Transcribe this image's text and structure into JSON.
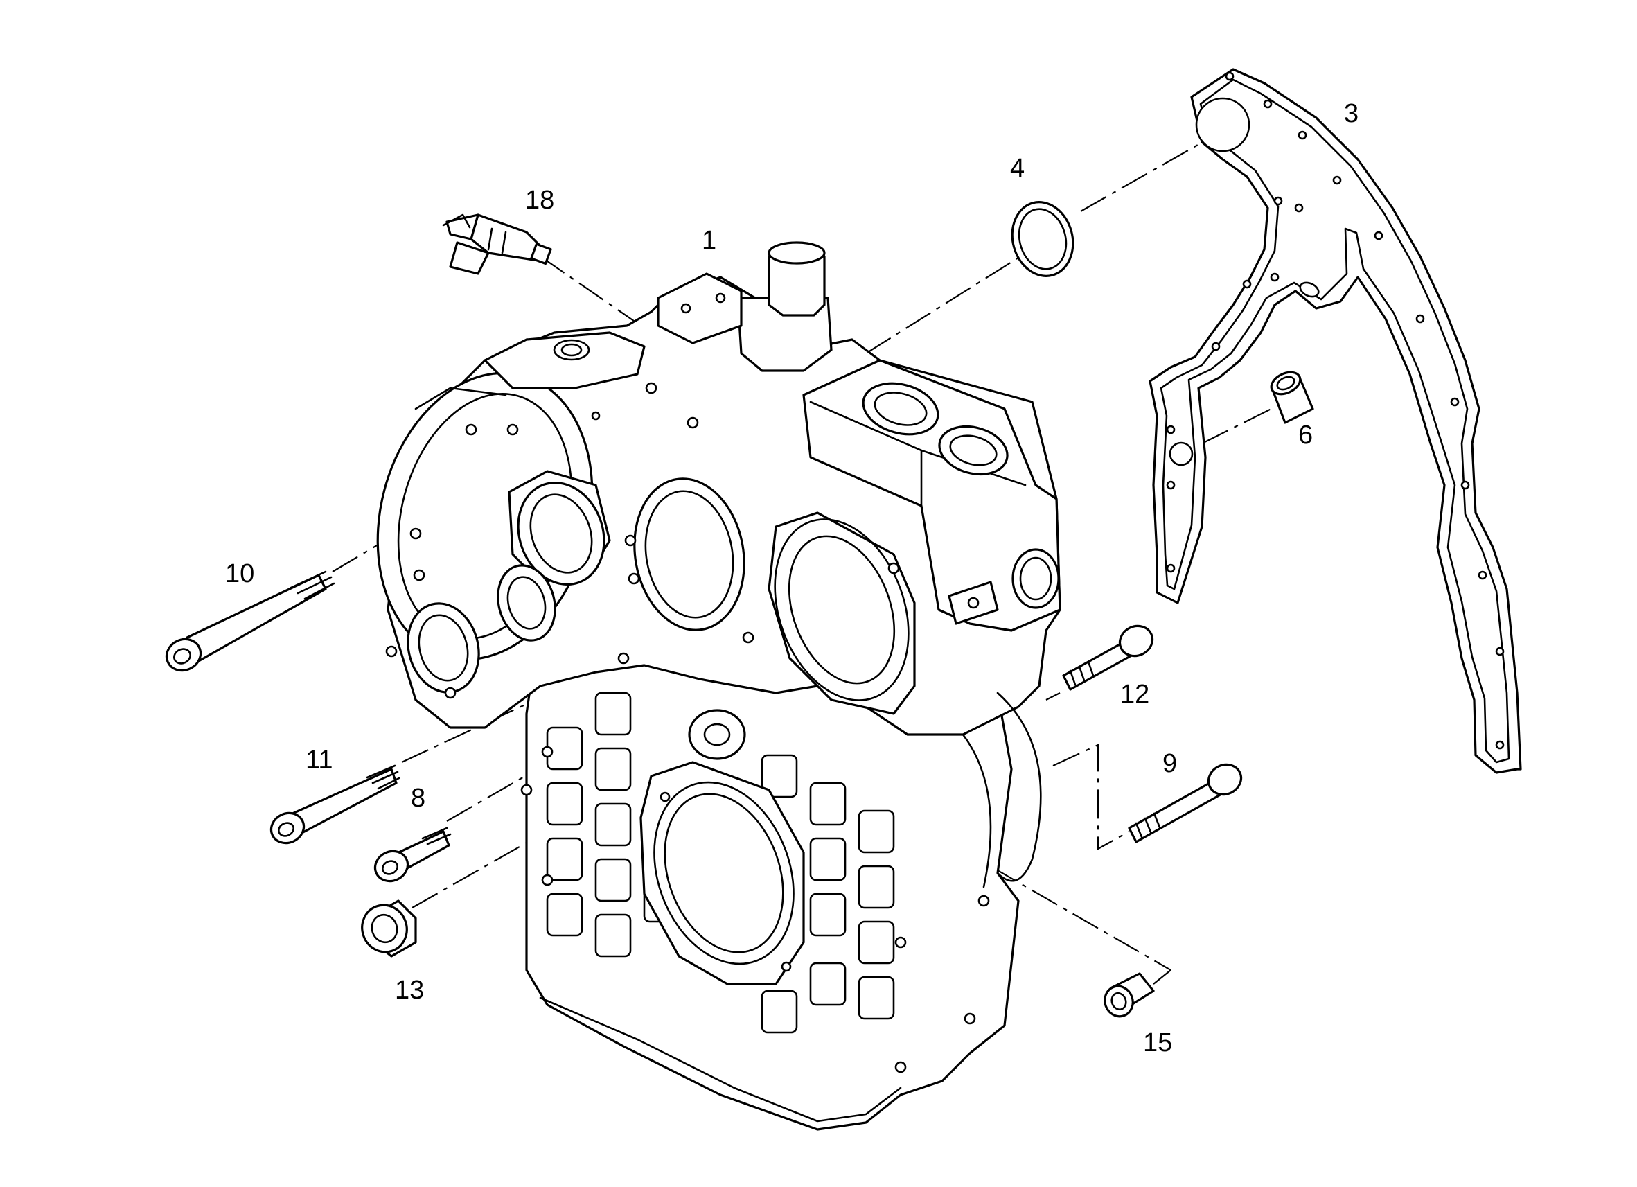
{
  "callouts": [
    {
      "id": "1",
      "label": "1"
    },
    {
      "id": "3",
      "label": "3"
    },
    {
      "id": "4",
      "label": "4"
    },
    {
      "id": "6",
      "label": "6"
    },
    {
      "id": "8",
      "label": "8"
    },
    {
      "id": "9",
      "label": "9"
    },
    {
      "id": "10",
      "label": "10"
    },
    {
      "id": "11",
      "label": "11"
    },
    {
      "id": "12",
      "label": "12"
    },
    {
      "id": "13",
      "label": "13"
    },
    {
      "id": "15",
      "label": "15"
    },
    {
      "id": "18",
      "label": "18"
    }
  ],
  "colors": {
    "line": "#000000",
    "background": "#ffffff"
  }
}
